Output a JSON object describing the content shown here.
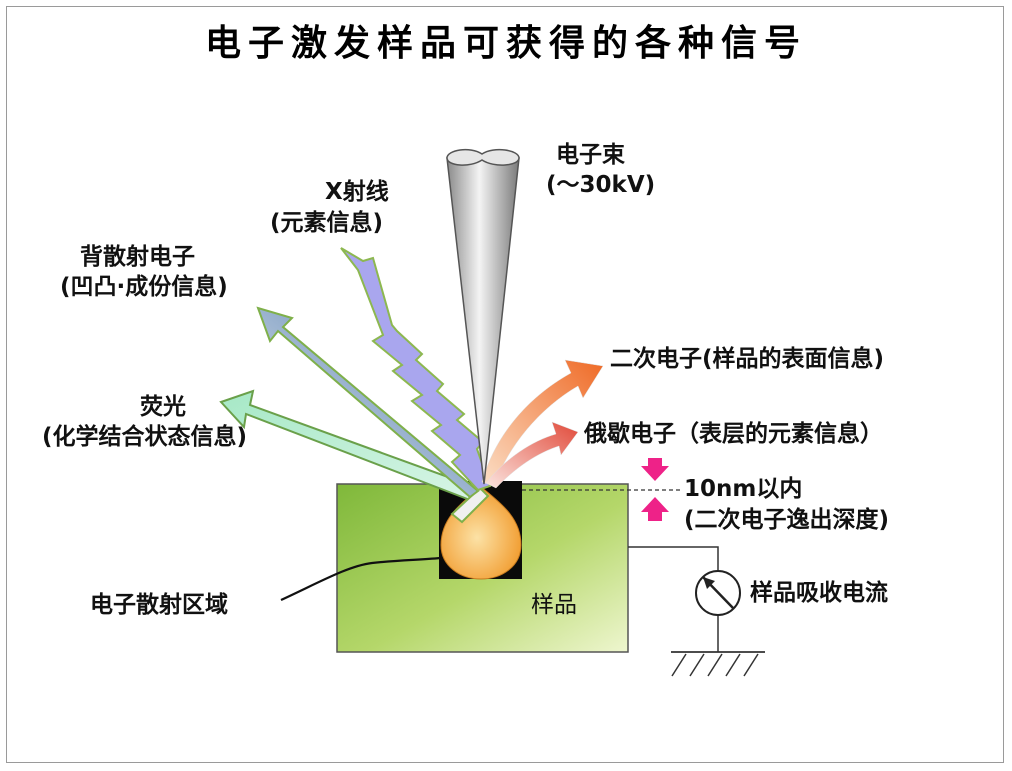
{
  "title": "电子激发样品可获得的各种信号",
  "labels": {
    "electron_beam_1": "电子束",
    "electron_beam_2": "(～30kV)",
    "xray_1": "X射线",
    "xray_2": "(元素信息)",
    "backscatter_1": "背散射电子",
    "backscatter_2": "(凹凸·成份信息)",
    "fluorescence_1": "荧光",
    "fluorescence_2": "(化学结合状态信息)",
    "secondary": "二次电子(样品的表面信息)",
    "auger": "俄歇电子（表层的元素信息）",
    "depth_1": "10nm以内",
    "depth_2": "(二次电子逸出深度)",
    "scatter_region": "电子散射区域",
    "sample": "样品",
    "absorb_current": "样品吸收电流"
  },
  "colors": {
    "sample_fill": "#a8cf5a",
    "interaction_volume": "#f3a63a",
    "beam": "#c8c8c8",
    "backscatter_arrow": "#4e7fb5",
    "fluorescence_arrow": "#b6ecd0",
    "xray_arrow": "#a9a6ee",
    "secondary_arrow": "#f07030",
    "auger_arrow": "#e8604a",
    "depth_marker": "#ee2288"
  }
}
